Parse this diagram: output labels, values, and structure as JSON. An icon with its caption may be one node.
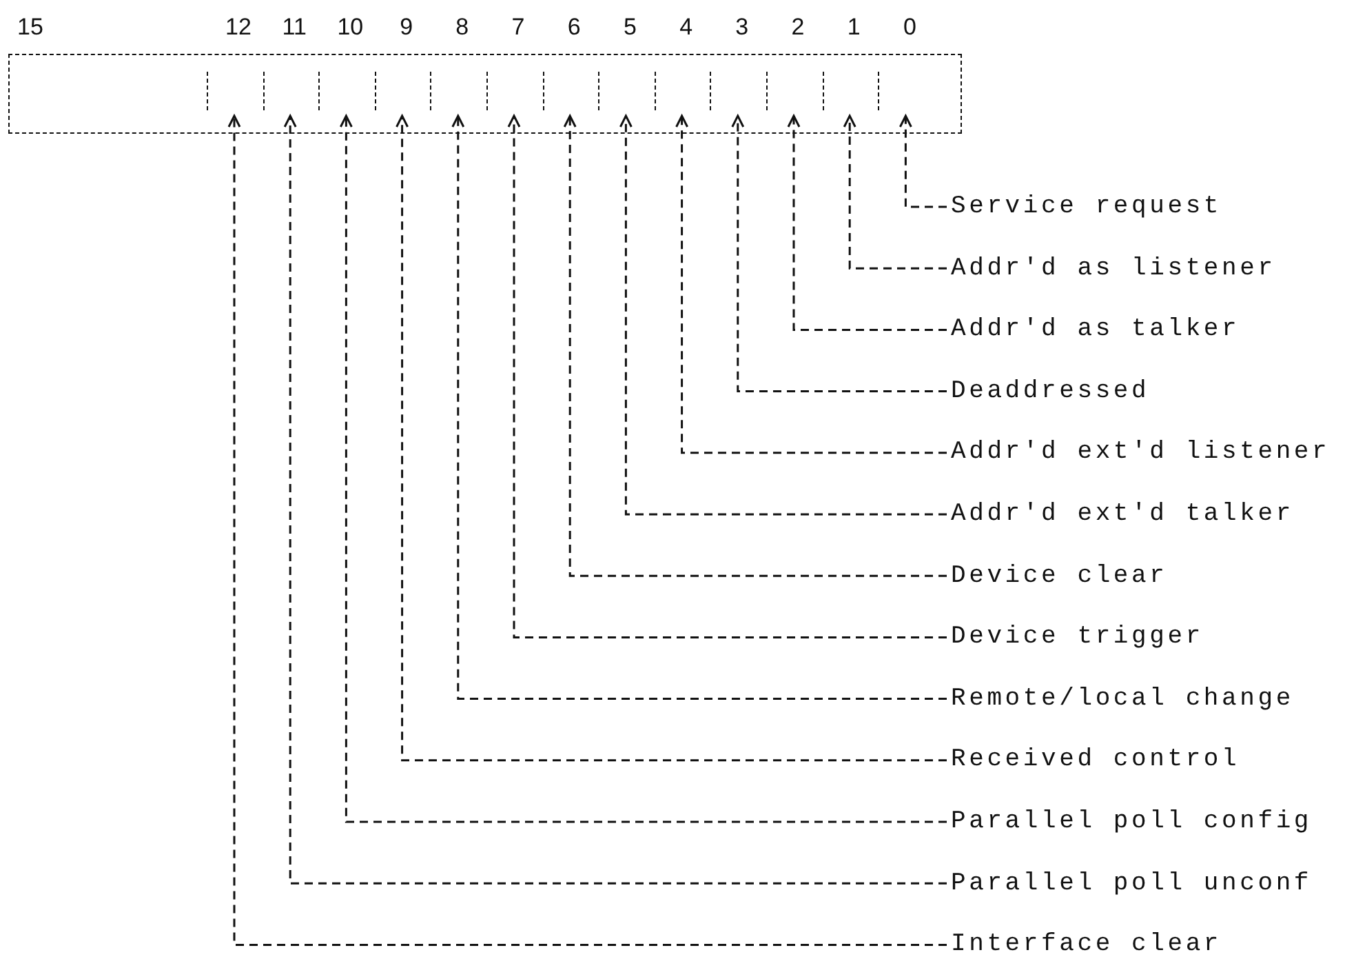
{
  "diagram": {
    "nodes": [
      {
        "text": [],
        "shape": "box"
      },
      {
        "text": [],
        "shape": "box",
        "in": 0
      },
      {
        "text": [],
        "shape": "box",
        "in": 0
      },
      {
        "text": [],
        "shape": "box",
        "in": 0
      },
      {
        "text": [],
        "shape": "box",
        "in": 0
      },
      {
        "text": [],
        "shape": "box",
        "in": 0
      },
      {
        "text": [],
        "shape": "box",
        "in": 0
      },
      {
        "text": [],
        "shape": "box",
        "in": 0
      },
      {
        "text": [],
        "shape": "box",
        "in": 0
      },
      {
        "text": [],
        "shape": "box",
        "in": 0
      },
      {
        "text": [],
        "shape": "box",
        "in": 0
      },
      {
        "text": [],
        "shape": "box",
        "in": 0
      },
      {
        "text": [],
        "shape": "box",
        "in": 0
      },
      {
        "text": [],
        "shape": "box",
        "in": 0
      },
      {
        "text": [
          "Service request"
        ]
      },
      {
        "text": [
          "Addr'd as listener"
        ]
      },
      {
        "text": [
          "Addr'd as talker"
        ]
      },
      {
        "text": [
          "Deaddressed"
        ]
      },
      {
        "text": [
          "Addr'd ext'd listener"
        ]
      },
      {
        "text": [
          "Addr'd ext'd talker"
        ]
      },
      {
        "text": [
          "Device clear"
        ]
      },
      {
        "text": [
          "Device trigger"
        ]
      },
      {
        "text": [
          "Remote/local change"
        ]
      },
      {
        "text": [
          "Received control"
        ]
      },
      {
        "text": [
          "Parallel poll config"
        ]
      },
      {
        "text": [
          "Parallel poll unconf"
        ]
      },
      {
        "text": [
          "Interface clear"
        ]
      }
    ],
    "edges": [
      {
        "from": 14,
        "to": 13,
        "arrow": "to",
        "style": "dashed"
      },
      {
        "from": 15,
        "to": 12,
        "arrow": "to",
        "style": "dashed"
      },
      {
        "from": 16,
        "to": 11,
        "arrow": "to",
        "style": "dashed"
      },
      {
        "from": 17,
        "to": 10,
        "arrow": "to",
        "style": "dashed"
      },
      {
        "from": 18,
        "to": 9,
        "arrow": "to",
        "style": "dashed"
      },
      {
        "from": 19,
        "to": 8,
        "arrow": "to",
        "style": "dashed"
      },
      {
        "from": 20,
        "to": 7,
        "arrow": "to",
        "style": "dashed"
      },
      {
        "from": 21,
        "to": 6,
        "arrow": "to",
        "style": "dashed"
      },
      {
        "from": 22,
        "to": 5,
        "arrow": "to",
        "style": "dashed"
      },
      {
        "from": 23,
        "to": 4,
        "arrow": "to",
        "style": "dashed"
      },
      {
        "from": 24,
        "to": 3,
        "arrow": "to",
        "style": "dashed"
      },
      {
        "from": 25,
        "to": 2,
        "arrow": "to",
        "style": "dashed"
      },
      {
        "from": 26,
        "to": 1,
        "arrow": "to",
        "style": "dashed"
      }
    ],
    "labels": [
      "15",
      "12",
      "11",
      "10",
      "9",
      "8",
      "7",
      "6",
      "5",
      "4",
      "3",
      "2",
      "1",
      "0"
    ]
  }
}
